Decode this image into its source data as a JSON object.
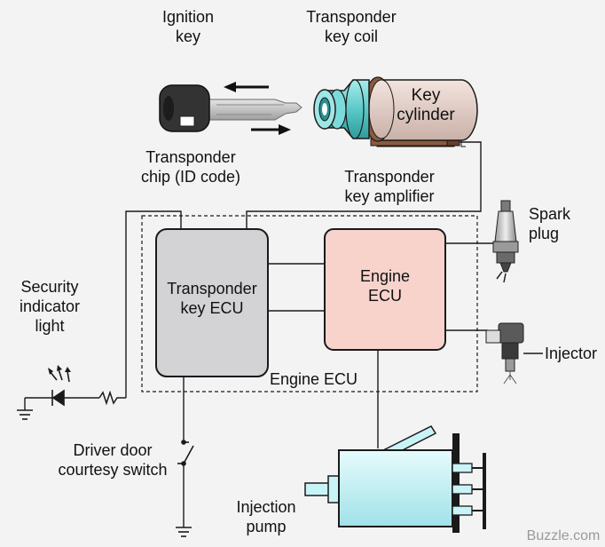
{
  "labels": {
    "ignition_key": "Ignition\nkey",
    "transponder_key_coil": "Transponder\nkey coil",
    "key_cylinder": "Key\ncylinder",
    "transponder_chip": "Transponder\nchip (ID code)",
    "transponder_key_amplifier": "Transponder\nkey amplifier",
    "spark_plug": "Spark\nplug",
    "security_indicator_light": "Security\nindicator\nlight",
    "transponder_key_ecu": "Transponder\nkey ECU",
    "engine_ecu_box": "Engine\nECU",
    "engine_ecu_dashed": "Engine ECU",
    "injector": "Injector",
    "driver_door_switch": "Driver door\ncourtesy switch",
    "injection_pump": "Injection\npump",
    "watermark": "Buzzle.com"
  },
  "colors": {
    "line": "#1a1a1a",
    "key_head": "#333333",
    "key_blade": "#c8c8c8",
    "coil": "#6fd3d3",
    "cylinder": "#e6d3cc",
    "cylinder_base": "#8b5a3c",
    "transponder_ecu_fill": "#d3d3d6",
    "engine_ecu_fill": "#f7d3cc",
    "pump_fill": "#c9f4f7",
    "injector_body": "#555555"
  },
  "icons": [
    "ignition-key-icon",
    "key-cylinder-icon",
    "spark-plug-icon",
    "injector-icon",
    "led-icon",
    "resistor-icon",
    "ground-icon",
    "switch-icon",
    "injection-pump-icon"
  ]
}
